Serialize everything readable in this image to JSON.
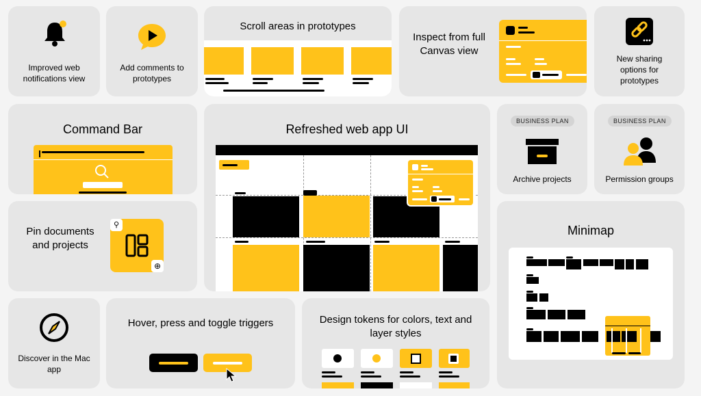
{
  "cards": {
    "notifications": "Improved web notifications view",
    "comments": "Add comments to prototypes",
    "scroll": "Scroll areas in prototypes",
    "inspect": "Inspect from full Canvas view",
    "sharing": "New sharing options for prototypes",
    "command_bar": "Command Bar",
    "refreshed": "Refreshed web app UI",
    "archive": "Archive projects",
    "permission": "Permission groups",
    "pin": "Pin documents and projects",
    "minimap": "Minimap",
    "discover": "Discover in the Mac app",
    "hover": "Hover, press and toggle triggers",
    "tokens": "Design tokens for colors, text and layer styles"
  },
  "badges": {
    "archive": "BUSINESS PLAN",
    "permission": "BUSINESS PLAN"
  },
  "colors": {
    "accent": "#ffc21a",
    "card_bg": "#e6e6e6",
    "page_bg": "#f4f4f4",
    "ink": "#000000"
  },
  "icons": [
    "bell-icon",
    "comment-play-icon",
    "link-icon",
    "search-icon",
    "archive-box-icon",
    "users-icon",
    "pin-icon",
    "grid-icon",
    "globe-icon",
    "compass-icon",
    "cursor-icon"
  ]
}
